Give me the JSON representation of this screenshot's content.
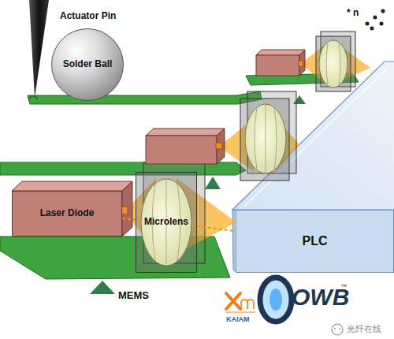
{
  "diagram": {
    "nodes": [
      {
        "text": [
          "Solder Ball"
        ]
      },
      {
        "text": [
          "Laser Diode"
        ]
      },
      {
        "text": [
          "Microlens"
        ]
      },
      {
        "text": [
          "PLC"
        ]
      }
    ],
    "edges": [
      {
        "from": 1,
        "to": 2,
        "arrow": "none"
      },
      {
        "from": 2,
        "to": 3,
        "arrow": "none"
      }
    ],
    "labels": [
      "Actuator Pin",
      "* n",
      "MEMS",
      "KAIAM",
      "OWB",
      "™",
      "光纤在线"
    ]
  }
}
